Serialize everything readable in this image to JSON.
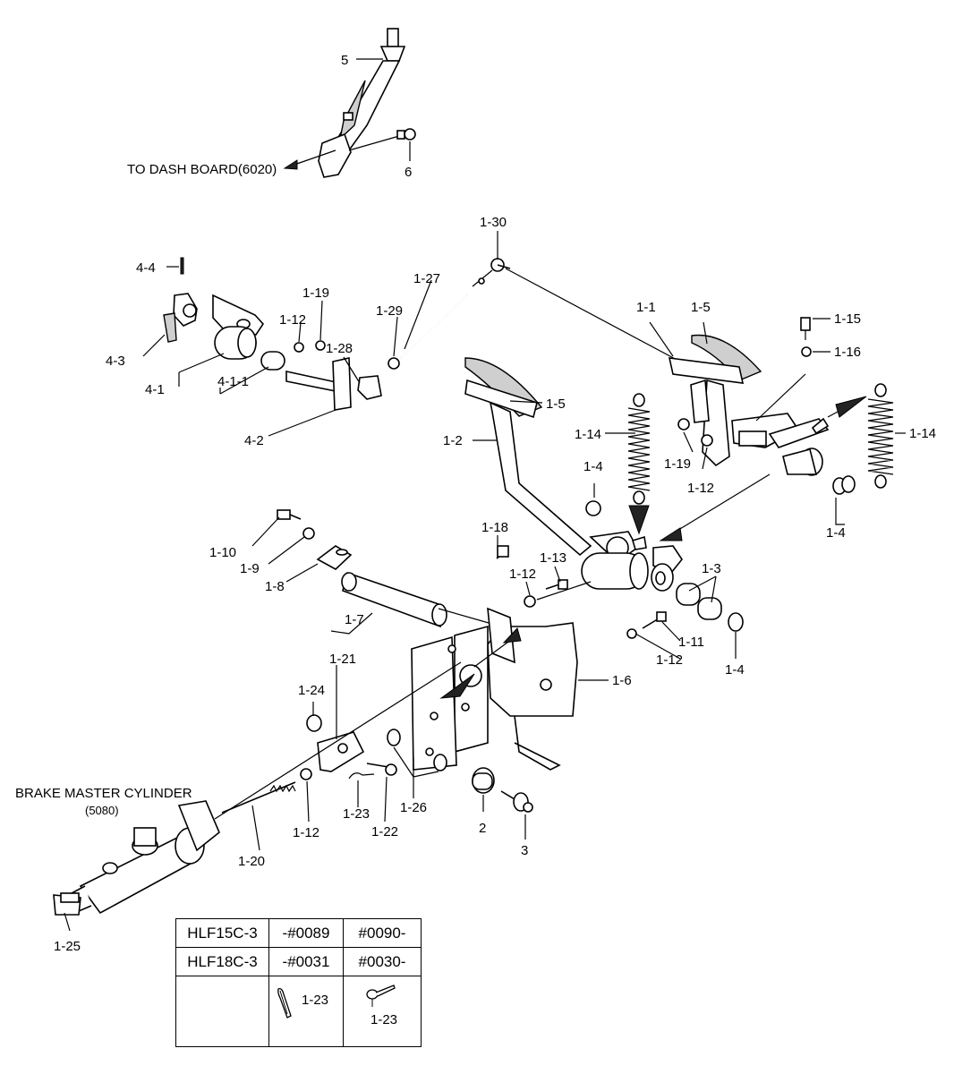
{
  "references": {
    "dash_board": "TO DASH BOARD(6020)",
    "brake_master_cylinder": "BRAKE MASTER CYLINDER",
    "brake_master_cylinder_code": "(5080)"
  },
  "callouts": {
    "p5": "5",
    "p6": "6",
    "p1_30": "1-30",
    "p4_4": "4-4",
    "p1_27": "1-27",
    "p1_19a": "1-19",
    "p1_12a": "1-12",
    "p1_29": "1-29",
    "p1_28": "1-28",
    "p4_3": "4-3",
    "p4_1": "4-1",
    "p4_1_1": "4-1-1",
    "p4_2": "4-2",
    "p1_1": "1-1",
    "p1_5a": "1-5",
    "p1_15": "1-15",
    "p1_16": "1-16",
    "p1_5b": "1-5",
    "p1_2": "1-2",
    "p1_14a": "1-14",
    "p1_14b": "1-14",
    "p1_19b": "1-19",
    "p1_12b": "1-12",
    "p1_4a": "1-4",
    "p1_4b": "1-4",
    "p1_18": "1-18",
    "p1_10": "1-10",
    "p1_9": "1-9",
    "p1_8": "1-8",
    "p1_13": "1-13",
    "p1_12c": "1-12",
    "p1_3": "1-3",
    "p1_7": "1-7",
    "p1_11": "1-11",
    "p1_12d": "1-12",
    "p1_4c": "1-4",
    "p1_21": "1-21",
    "p1_6": "1-6",
    "p1_24": "1-24",
    "p1_26": "1-26",
    "p2": "2",
    "p3": "3",
    "p1_23": "1-23",
    "p1_22": "1-22",
    "p1_12e": "1-12",
    "p1_20": "1-20",
    "p1_25": "1-25"
  },
  "variant_table": {
    "rows": [
      {
        "model": "HLF15C-3",
        "up_to": "-#0089",
        "from": "#0090-"
      },
      {
        "model": "HLF18C-3",
        "up_to": "-#0031",
        "from": "#0030-"
      }
    ],
    "old_pin_label": "1-23",
    "new_pin_label": "1-23"
  }
}
